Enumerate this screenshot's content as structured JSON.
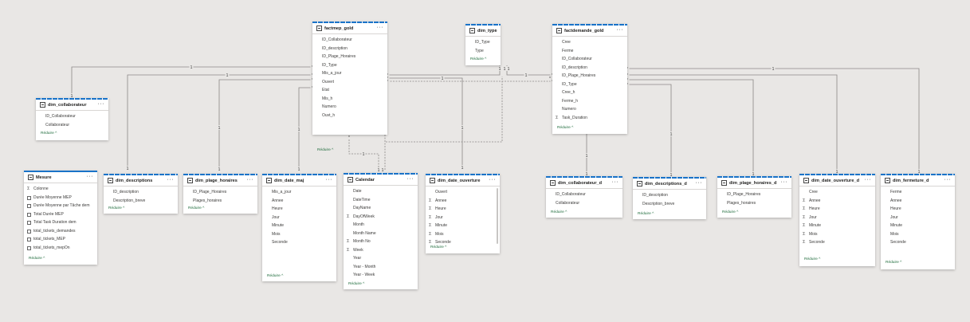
{
  "tables": {
    "factmep": {
      "title": "factmep_gold",
      "fields": [
        "ID_Collaborateur",
        "ID_description",
        "ID_Plage_Horaires",
        "ID_Type",
        "Mis_a_jour",
        "Ouvert",
        "Etat",
        "Mis_h",
        "Numero",
        "Ouvt_h"
      ],
      "reduce": "Réduire ^"
    },
    "dim_type": {
      "title": "dim_type",
      "fields": [
        "ID_Type",
        "Type"
      ],
      "reduce": "Réduire ^"
    },
    "factdemande": {
      "title": "factdemande_gold",
      "fields": [
        "Cree",
        "Ferme",
        "ID_Collaborateur",
        "ID_description",
        "ID_Plage_Horaires",
        "ID_Type",
        "Cree_h",
        "Ferme_h",
        "Numero",
        "Task_Duration"
      ],
      "reduce": "Réduire ^"
    },
    "dim_collab": {
      "title": "dim_collaborateur",
      "fields": [
        "ID_Collaborateur",
        "Collaborateur"
      ],
      "reduce": "Réduire ^"
    },
    "mesure": {
      "title": "Mesure",
      "fields": [
        "Colonne",
        "Durée Moyenne MEP",
        "Durée Moyenne par Tâche dem",
        "Total Durée MEP",
        "Total Task Duration dem",
        "total_tickets_demandes",
        "total_tickets_MEP",
        "total_tickets_mepOn"
      ],
      "reduce": "Réduire ^"
    },
    "dim_desc": {
      "title": "dim_descriptions",
      "fields": [
        "ID_description",
        "Description_breve"
      ],
      "reduce": "Réduire ^"
    },
    "dim_plage": {
      "title": "dim_plage_horaires",
      "fields": [
        "ID_Plage_Horaires",
        "Plages_horaires"
      ],
      "reduce": "Réduire ^"
    },
    "dim_date_maj": {
      "title": "dim_date_maj",
      "fields": [
        "Mis_a_jour",
        "Annee",
        "Heure",
        "Jour",
        "Minute",
        "Mois",
        "Seconde"
      ],
      "reduce": "Réduire ^"
    },
    "calendar": {
      "title": "Calendar",
      "fields": [
        "Date",
        "DateTime",
        "DayName",
        "DayOfWeek",
        "Month",
        "Month Name",
        "Month No",
        "Week",
        "Year",
        "Year - Month",
        "Year - Week"
      ],
      "reduce": "Réduire ^"
    },
    "dim_date_ouv": {
      "title": "dim_date_ouverture",
      "fields": [
        "Ouvert",
        "Annee",
        "Heure",
        "Jour",
        "Minute",
        "Mois",
        "Seconde"
      ],
      "reduce": "Réduire ^"
    },
    "dim_collab_d": {
      "title": "dim_collaborateur_d",
      "fields": [
        "ID_Collaborateur",
        "Collaborateur"
      ],
      "reduce": "Réduire ^"
    },
    "dim_desc_d": {
      "title": "dim_descriptions_d",
      "fields": [
        "ID_description",
        "Description_breve"
      ],
      "reduce": "Réduire ^"
    },
    "dim_plage_d": {
      "title": "dim_plage_horaires_d",
      "fields": [
        "ID_Plage_Horaires",
        "Plages_horaires"
      ],
      "reduce": "Réduire ^"
    },
    "dim_date_ouv_d": {
      "title": "dim_date_ouverture_d",
      "fields": [
        "Cree",
        "Annee",
        "Heure",
        "Jour",
        "Minute",
        "Mois",
        "Seconde"
      ],
      "reduce": "Réduire ^"
    },
    "dim_ferm_d": {
      "title": "dim_fermeture_d",
      "fields": [
        "Ferme",
        "Annee",
        "Heure",
        "Jour",
        "Minute",
        "Mois",
        "Seconde"
      ],
      "reduce": "Réduire ^"
    }
  },
  "more_label": "···",
  "markers": {
    "one": "1",
    "many": "*"
  },
  "colors": {
    "accent": "#1a73c8",
    "canvas": "#e9e7e5",
    "line": "#8a8886",
    "reduce": "#1f6c3c"
  }
}
